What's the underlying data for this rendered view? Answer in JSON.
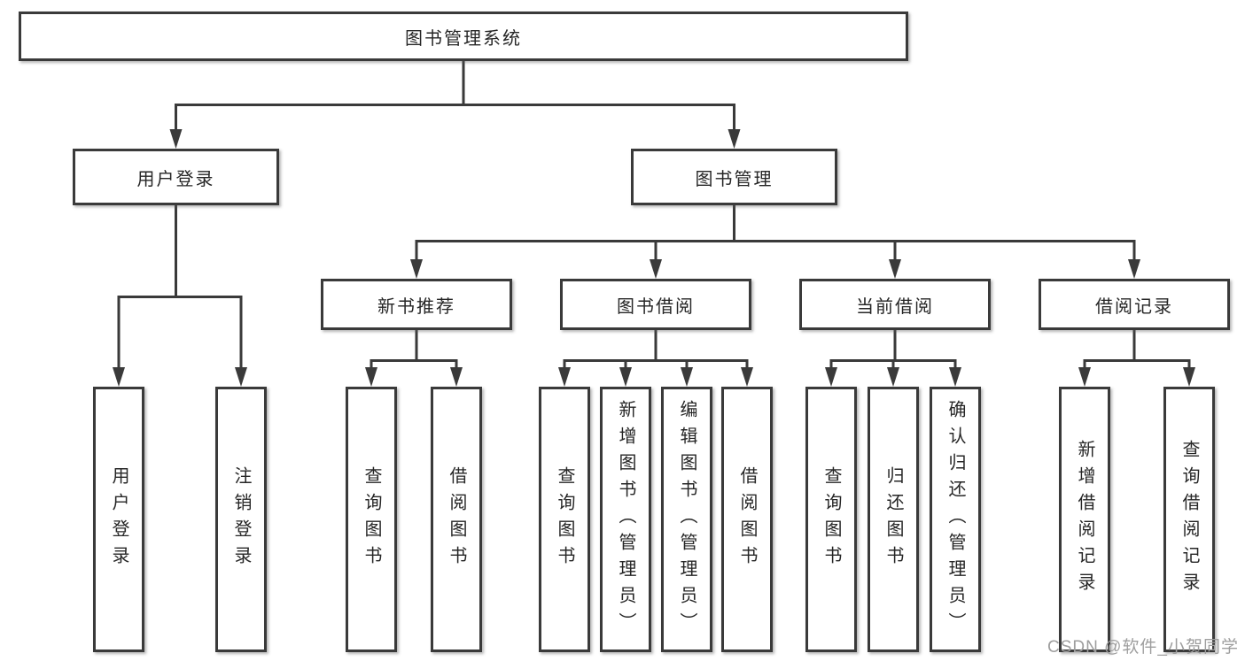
{
  "diagram": {
    "root_label": "图书管理系统",
    "level2": [
      {
        "label": "用户登录"
      },
      {
        "label": "图书管理"
      }
    ],
    "level3": [
      {
        "label": "新书推荐",
        "parent": "图书管理"
      },
      {
        "label": "图书借阅",
        "parent": "图书管理"
      },
      {
        "label": "当前借阅",
        "parent": "图书管理"
      },
      {
        "label": "借阅记录",
        "parent": "图书管理"
      }
    ],
    "leaves": [
      {
        "label": "用户登录",
        "parent": "用户登录"
      },
      {
        "label": "注销登录",
        "parent": "用户登录"
      },
      {
        "label": "查询图书",
        "parent": "新书推荐"
      },
      {
        "label": "借阅图书",
        "parent": "新书推荐"
      },
      {
        "label": "查询图书",
        "parent": "图书借阅"
      },
      {
        "label": "新增图书（管理员）",
        "parent": "图书借阅"
      },
      {
        "label": "编辑图书（管理员）",
        "parent": "图书借阅"
      },
      {
        "label": "借阅图书",
        "parent": "图书借阅"
      },
      {
        "label": "查询图书",
        "parent": "当前借阅"
      },
      {
        "label": "归还图书",
        "parent": "当前借阅"
      },
      {
        "label": "确认归还（管理员）",
        "parent": "当前借阅"
      },
      {
        "label": "新增借阅记录",
        "parent": "借阅记录"
      },
      {
        "label": "查询借阅记录",
        "parent": "借阅记录"
      }
    ],
    "watermark": "CSDN @软件_小贺同学",
    "colors": {
      "line": "#3a3a3a",
      "box_fill": "#ffffff",
      "text": "#262626",
      "watermark": "#9e9e9e"
    }
  }
}
